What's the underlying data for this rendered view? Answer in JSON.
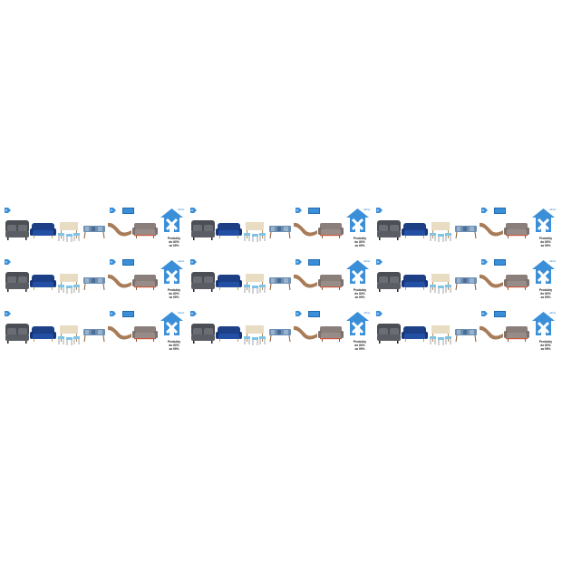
{
  "promo": {
    "line1": "Produkty",
    "line2": "do 80%",
    "line3": "za 99%"
  },
  "logo_label": "tablet",
  "colors": {
    "brand_blue": "#3b8fd8",
    "sofa_grey": "#5a5d63",
    "sofa_blue": "#1c3f86",
    "lounger": "#a87c58",
    "sofa_taupe": "#8a7f7a",
    "legs": "#8a5b36"
  },
  "icons": [
    "price-tag-icon",
    "house-logo-icon"
  ]
}
